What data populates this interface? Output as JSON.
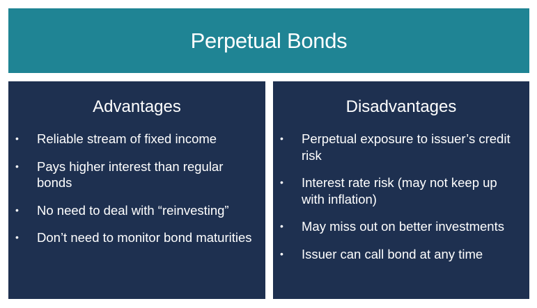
{
  "header": {
    "title": "Perpetual Bonds"
  },
  "colors": {
    "header_bg": "#1f8494",
    "panel_bg": "#1e3050",
    "text": "#ffffff"
  },
  "advantages": {
    "title": "Advantages",
    "bullet_icon": "•",
    "items": [
      "Reliable stream of fixed income",
      "Pays higher interest than regular bonds",
      "No need to deal with “reinvesting”",
      "Don’t need to monitor bond maturities"
    ]
  },
  "disadvantages": {
    "title": "Disadvantages",
    "bullet_icon": "•",
    "items": [
      "Perpetual exposure to issuer’s credit risk",
      "Interest rate risk (may not keep up with inflation)",
      "May miss out on better investments",
      "Issuer can call bond at any time"
    ]
  }
}
